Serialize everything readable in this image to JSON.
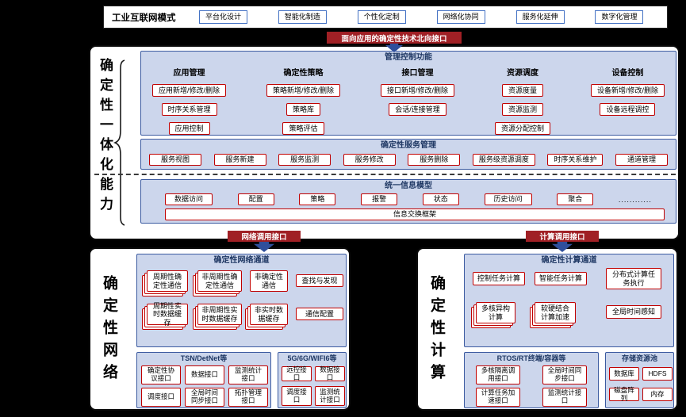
{
  "top_bar": {
    "label": "工业互联网模式",
    "items": [
      "平台化设计",
      "智能化制造",
      "个性化定制",
      "网络化协同",
      "服务化延伸",
      "数字化管理"
    ]
  },
  "banners": {
    "north": "面向应用的确定性技术北向接口",
    "network_call": "网络调用接口",
    "compute_call": "计算调用接口"
  },
  "integration": {
    "side_label": "确定性一体化能力",
    "mgmt": {
      "title": "管理控制功能",
      "columns": [
        {
          "header": "应用管理",
          "items": [
            "应用新增/修改/删除",
            "时序关系管理",
            "应用控制"
          ]
        },
        {
          "header": "确定性策略",
          "items": [
            "策略新增/修改/删除",
            "策略库",
            "策略评估"
          ]
        },
        {
          "header": "接口管理",
          "items": [
            "接口新增/修改/删除",
            "会话/连接管理"
          ]
        },
        {
          "header": "资源调度",
          "items": [
            "资源度量",
            "资源监测",
            "资源分配控制"
          ]
        },
        {
          "header": "设备控制",
          "items": [
            "设备新增/修改/删除",
            "设备远程调控"
          ]
        }
      ]
    },
    "service": {
      "title": "确定性服务管理",
      "items": [
        "服务视图",
        "服务新建",
        "服务监测",
        "服务修改",
        "服务删除",
        "服务级资源调度",
        "时序关系维护",
        "通道管理"
      ]
    },
    "info_model": {
      "title": "统一信息模型",
      "items": [
        "数据访问",
        "配置",
        "策略",
        "报警",
        "状态",
        "历史访问",
        "聚合"
      ],
      "ellipsis": "............",
      "framework": "信息交换框架"
    }
  },
  "network": {
    "side_label": "确定性网络",
    "channel": {
      "title": "确定性网络通道",
      "items": [
        "周期性确定性通信",
        "非周期性确定性通信",
        "非确定性通信",
        "查找与发现",
        "周期性实时数据缓存",
        "非周期性实时数据缓存",
        "非实时数据缓存",
        "通信配置"
      ]
    },
    "tsn": {
      "title": "TSN/DetNet等",
      "items": [
        "确定性协议接口",
        "数据接口",
        "监测统计接口",
        "调度接口",
        "全局时间同步接口",
        "拓扑管理接口"
      ]
    },
    "wireless": {
      "title": "5G/6G/WIFI6等",
      "items": [
        "远控接口",
        "数据接口",
        "调度接口",
        "监测统计接口"
      ]
    }
  },
  "compute": {
    "side_label": "确定性计算",
    "channel": {
      "title": "确定性计算通道",
      "items": [
        "控制任务计算",
        "智能任务计算",
        "分布式计算任务执行",
        "多核异构计算",
        "软硬结合计算加速",
        "全局时间感知"
      ]
    },
    "rtos": {
      "title": "RTOS/RT终端/容器等",
      "items": [
        "多核隔离调用接口",
        "全局时间同步接口",
        "计算任务加速接口",
        "监测统计接口"
      ]
    },
    "storage": {
      "title": "存储资源池",
      "items": [
        "数据库",
        "HDFS",
        "磁盘阵列",
        "内存"
      ]
    }
  },
  "colors": {
    "banner_red": "#a02025",
    "arrow_blue": "#2f4f9c",
    "panel_blue_bg": "#ccd6ec",
    "panel_border_blue": "#3b5aa0",
    "item_border_red": "#c00000",
    "top_item_border_blue": "#4472c4"
  }
}
